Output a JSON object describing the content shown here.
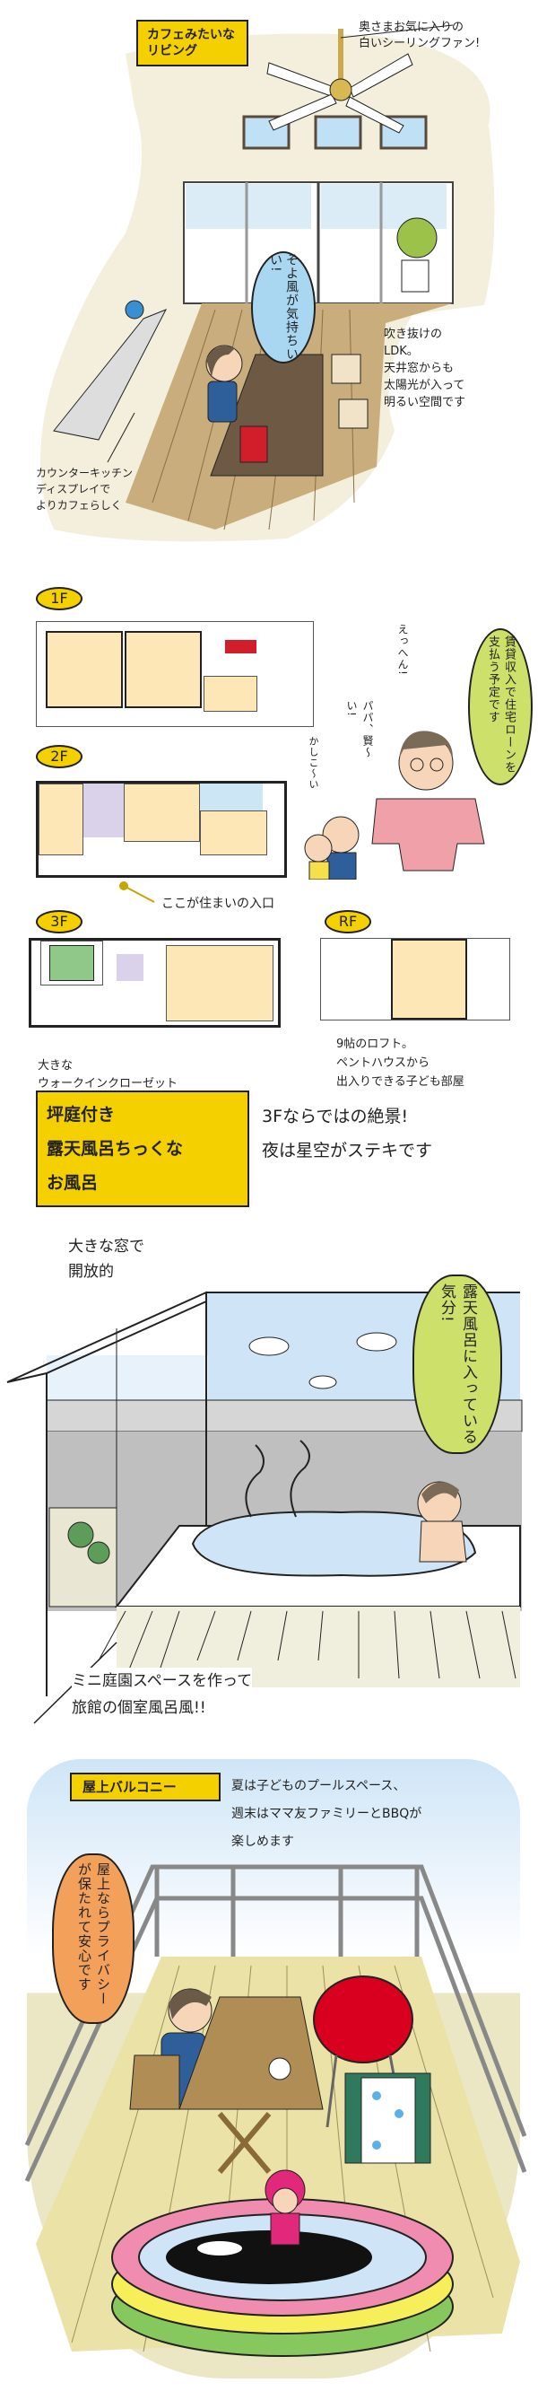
{
  "living": {
    "title": "カフェみたいな\nリビング",
    "fan_note": "奥さまお気に入りの\n白いシーリングファン!",
    "speech": "そよ風が気持ちいい!",
    "ldk_note": "吹き抜けの\nLDK。\n天井窓からも\n太陽光が入って\n明るい空間です",
    "kitchen_note": "カウンターキッチン\nディスプレイで\nよりカフェらしく"
  },
  "floorplans": {
    "floors": [
      "1F",
      "2F",
      "3F",
      "RF"
    ],
    "entrance_note": "ここが住まいの入口",
    "closet_note": "大きな\nウォークインクローゼット",
    "loft_note": "9帖のロフト。\nペントハウスから\n出入りできる子ども部屋",
    "father_speech": "賃貸収入で住宅ローンを支払う予定です",
    "father_exclaim": "えっへん!",
    "mother_speech": "パパ、賢〜い!",
    "child_speech": "かしこ〜い"
  },
  "bath": {
    "title": "坪庭付き\n露天風呂ちっくな\nお風呂",
    "view_note": "3Fならではの絶景!\n夜は星空がステキです",
    "window_note": "大きな窓で\n開放的",
    "thought": "露天風呂に入っている気分!",
    "garden_note": "ミニ庭園スペースを作って\n旅館の個室風呂風!!"
  },
  "balcony": {
    "title": "屋上バルコニー",
    "note": "夏は子どものプールスペース、\n週末はママ友ファミリーとBBQが\n楽しめます",
    "speech": "屋上ならプライバシーが保たれて安心です"
  },
  "colors": {
    "yellow": "#f5d000",
    "beige": "#f3efdc",
    "floor_wood": "#c9ad7c",
    "sky": "#cfe5f7"
  }
}
